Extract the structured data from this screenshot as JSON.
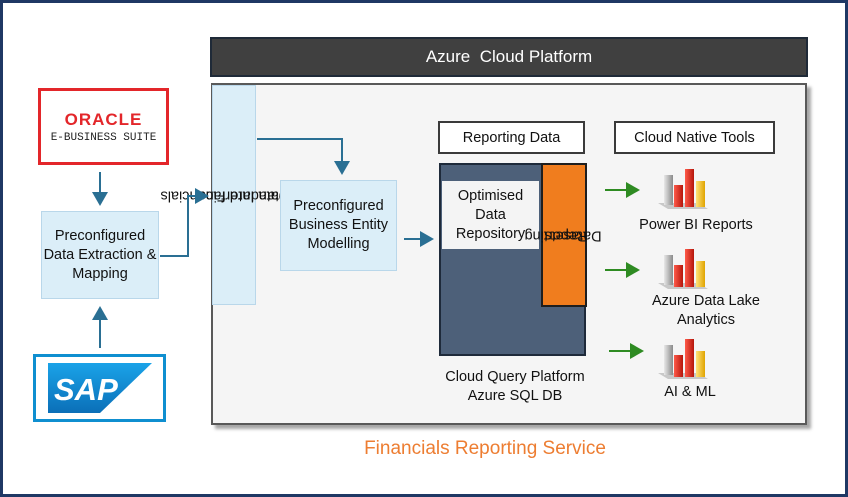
{
  "header": {
    "title_part1": "Azure",
    "title_part2": "Cloud Platform"
  },
  "sources": {
    "oracle": {
      "line1": "ORACLE",
      "line2": "E-BUSINESS SUITE"
    },
    "sap": {
      "text": "SAP"
    }
  },
  "pipeline": {
    "extraction": "Preconfigured Data Extraction & Mapping",
    "interface": {
      "line1": "Standard Financials",
      "line2": "Data Interface"
    },
    "modelling": "Preconfigured Business Entity Modelling"
  },
  "reporting": {
    "header": "Reporting Data",
    "repository": "Optimised Data Repository",
    "datasets": {
      "line1": "Reporting",
      "line2": "Datasets"
    },
    "caption": {
      "line1": "Cloud Query Platform",
      "line2": "Azure SQL DB"
    }
  },
  "tools": {
    "header": "Cloud Native Tools",
    "items": [
      {
        "line1": "Power BI Reports",
        "line2": ""
      },
      {
        "line1": "Azure Data Lake",
        "line2": "Analytics"
      },
      {
        "line1": "AI & ML",
        "line2": ""
      }
    ]
  },
  "footer": {
    "service": "Financials Reporting Service"
  },
  "colors": {
    "navy_border": "#1f3864",
    "orange": "#ed7d31",
    "light_blue": "#dbeef8",
    "arrow_green": "#2e8b22",
    "arrow_blue": "#2a6f93"
  }
}
